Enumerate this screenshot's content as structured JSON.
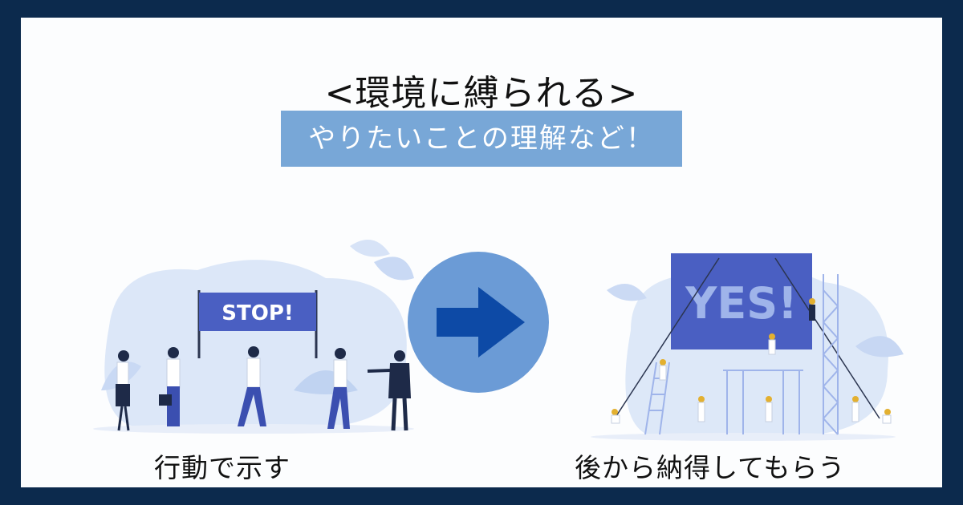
{
  "title": "<環境に縛られる>",
  "subtitle": "やりたいことの理解など！",
  "left": {
    "sign_text": "STOP!",
    "caption": "行動で示す"
  },
  "right": {
    "sign_text": "YES!",
    "caption": "後から納得してもらう"
  },
  "colors": {
    "background_frame": "#0c2a4d",
    "subtitle_bg": "#78a7d7",
    "arrow_circle": "#6b9bd6",
    "arrow": "#0d4aa6"
  },
  "icons": {
    "center": "right-arrow-icon"
  }
}
